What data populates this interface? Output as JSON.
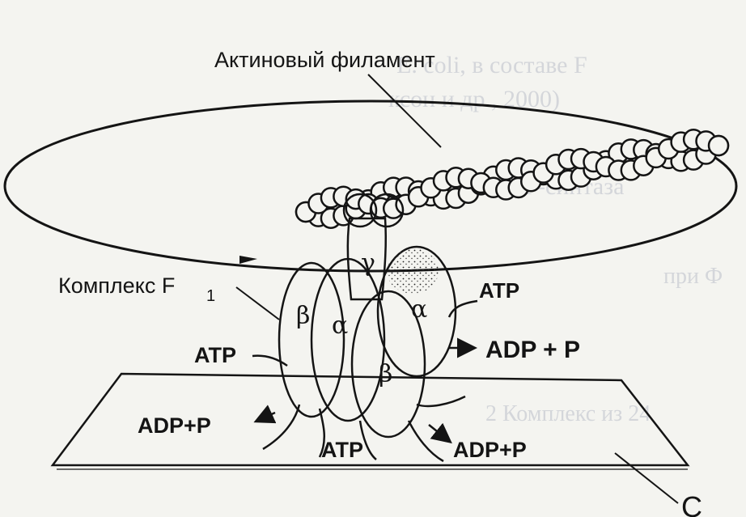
{
  "labels": {
    "actin": "Актиновый филамент",
    "complex": "Комплекс F",
    "complex_sub": "1",
    "gamma": "γ",
    "alpha_left": "α",
    "alpha_right": "α",
    "beta_left": "β",
    "beta_front": "β",
    "atp_top_right": "ATP",
    "adp_right": "ADP + P",
    "atp_left": "ATP",
    "adp_left": "ADP+P",
    "atp_bottom": "ATP",
    "adp_bottom": "ADP+P",
    "c_partial": "C"
  },
  "bleed_text": [
    "E. coli, в составе F",
    "ксон и др., 2000)",
    "АТР-синтаза",
    "при Ф",
    "2 Комплекс из 24"
  ],
  "colors": {
    "ink": "#141414",
    "paper": "#f4f4f0",
    "bleed": "#9aa0b4"
  }
}
